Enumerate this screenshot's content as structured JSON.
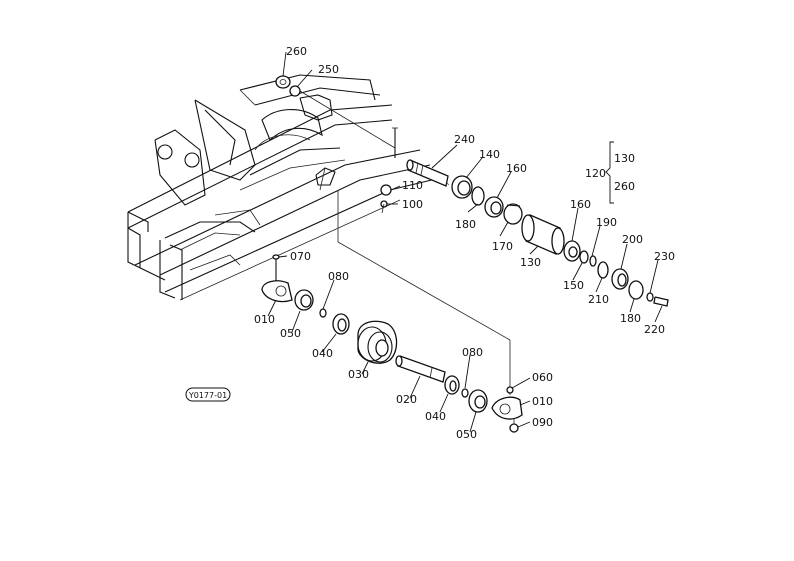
{
  "drawing_ref": "Y0177-01",
  "labels": {
    "p260_top": "260",
    "p250": "250",
    "p240": "240",
    "p140": "140",
    "p160_a": "160",
    "p180_a": "180",
    "p170": "170",
    "p130": "130",
    "p160_b": "160",
    "p190": "190",
    "p150": "150",
    "p210": "210",
    "p200": "200",
    "p230": "230",
    "p180_b": "180",
    "p220": "220",
    "p110": "110",
    "p100": "100",
    "p070": "070",
    "p080_a": "080",
    "p010_a": "010",
    "p050_a": "050",
    "p040_a": "040",
    "p030": "030",
    "p020": "020",
    "p080_b": "080",
    "p040_b": "040",
    "p050_b": "050",
    "p060": "060",
    "p010_b": "010",
    "p090": "090"
  },
  "assembly_group": {
    "parent": "120",
    "children": [
      "130",
      "260"
    ]
  }
}
